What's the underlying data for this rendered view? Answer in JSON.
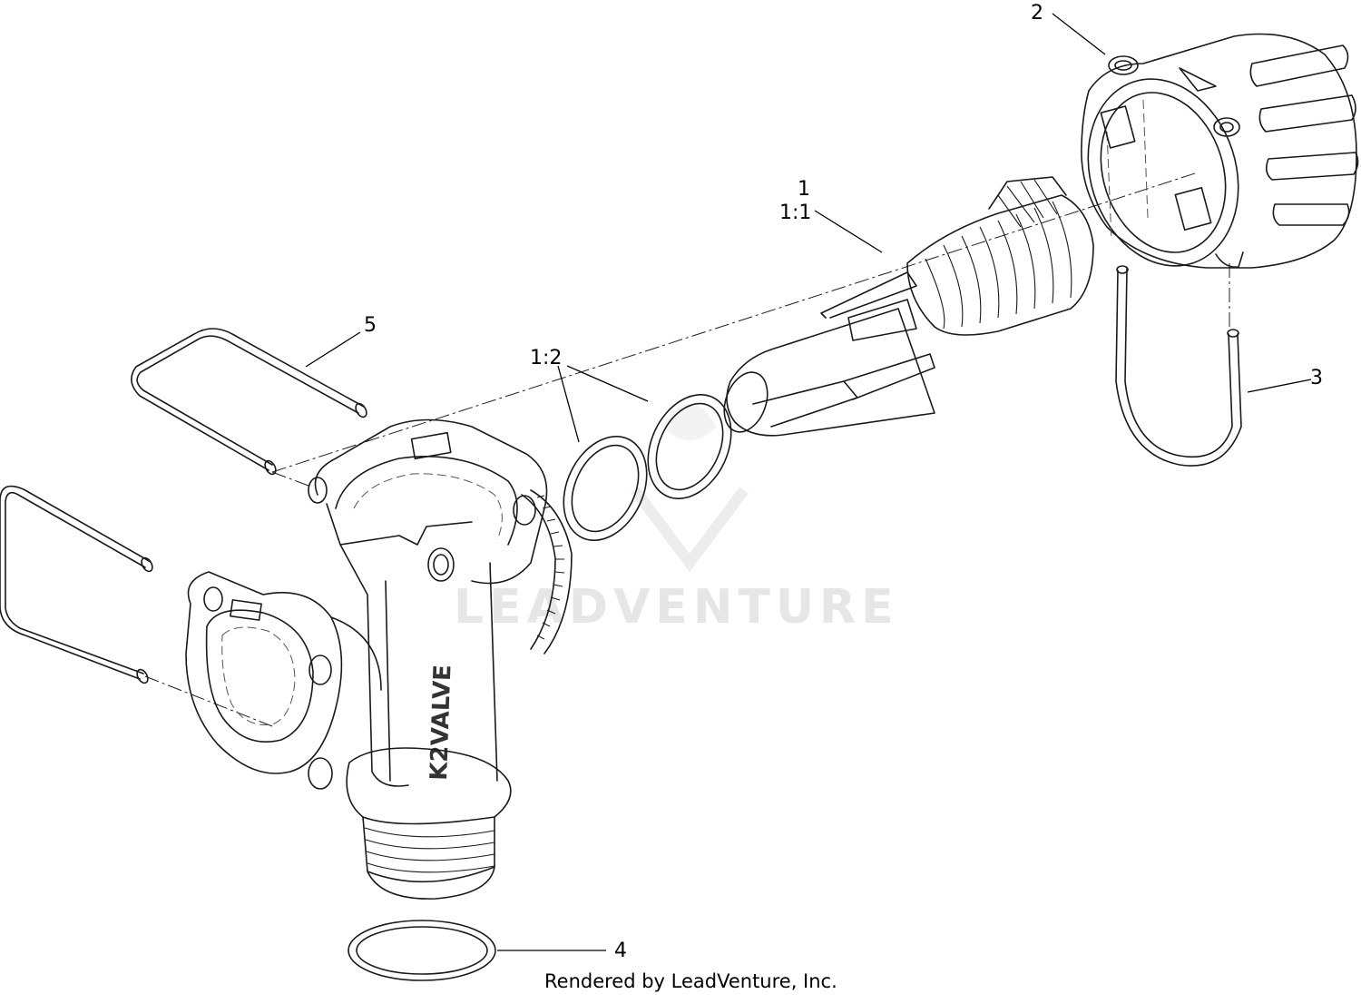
{
  "watermark": "LEADVENTURE",
  "caption": "Rendered by LeadVenture, Inc.",
  "callouts": [
    {
      "id": "1",
      "text": "1"
    },
    {
      "id": "1-1",
      "text": "1:1"
    },
    {
      "id": "1-2",
      "text": "1:2"
    },
    {
      "id": "2",
      "text": "2"
    },
    {
      "id": "3",
      "text": "3"
    },
    {
      "id": "4",
      "text": "4"
    },
    {
      "id": "5",
      "text": "5"
    }
  ],
  "body_marking": "K2VALVE",
  "colors": {
    "line": "#1a1a1a",
    "watermark": "#e6e6e6",
    "background": "#ffffff"
  }
}
